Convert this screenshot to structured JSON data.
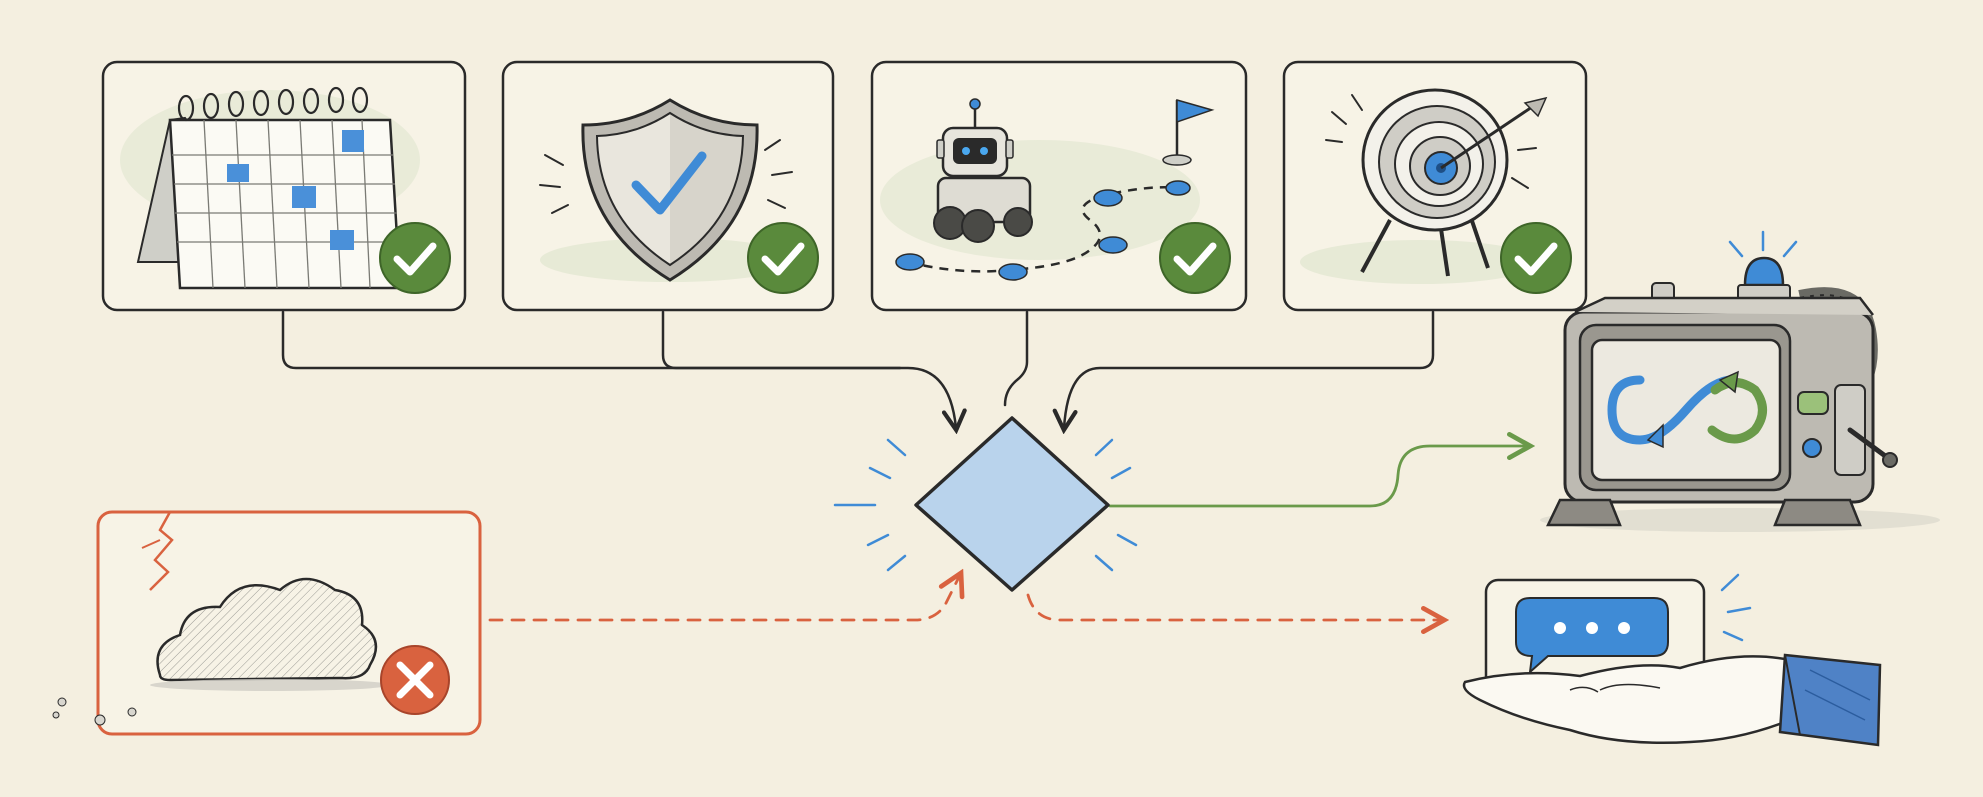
{
  "diagram": {
    "colors": {
      "background": "#f4efe0",
      "ink": "#2a2a2a",
      "check": "#5a8a3c",
      "fail": "#d9623f",
      "decision": "#b9d3ec",
      "accent_blue": "#3f8bd6",
      "flow_green": "#6a9a4a",
      "flow_red": "#d9623f"
    },
    "criteria": [
      {
        "name": "calendar-card",
        "icon": "calendar-icon",
        "status": "check"
      },
      {
        "name": "shield-card",
        "icon": "shield-check-icon",
        "status": "check"
      },
      {
        "name": "robot-path-card",
        "icon": "robot-path-icon",
        "status": "check"
      },
      {
        "name": "target-card",
        "icon": "target-icon",
        "status": "check"
      }
    ],
    "failure": {
      "icon": "storm-cloud-icon",
      "status": "cross"
    },
    "decision": {
      "icon": "decision-diamond"
    },
    "outcomes": [
      {
        "name": "automation-machine",
        "icon": "automation-machine-icon",
        "flow": "success"
      },
      {
        "name": "hand-offer-chat",
        "icon": "hand-chat-icon",
        "flow": "fallback"
      }
    ]
  }
}
